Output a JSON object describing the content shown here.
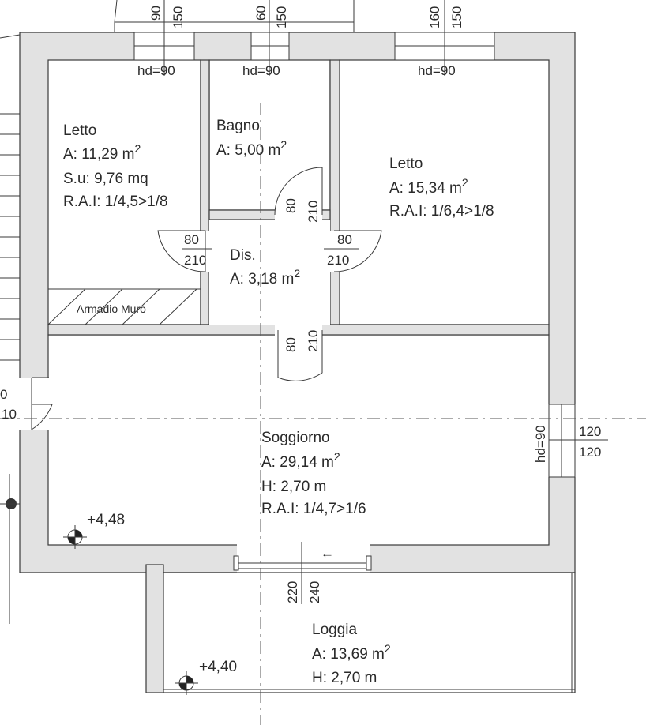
{
  "rooms": {
    "letto1": {
      "name": "Letto",
      "area": "A:  11,29 m",
      "su": "S.u: 9,76 mq",
      "rai": "R.A.I: 1/4,5>1/8",
      "wardrobe": "Armadio Muro"
    },
    "bagno": {
      "name": "Bagno",
      "area": "A: 5,00 m"
    },
    "letto2": {
      "name": "Letto",
      "area": "A: 15,34 m",
      "rai": "R.A.I: 1/6,4>1/8"
    },
    "dis": {
      "name": "Dis.",
      "area": "A: 3,18 m"
    },
    "soggiorno": {
      "name": "Soggiorno",
      "area": "A: 29,14 m",
      "height": "H:   2,70 m",
      "rai": "R.A.I: 1/4,7>1/6"
    },
    "loggia": {
      "name": "Loggia",
      "area": "A: 13,69 m",
      "height": "H:   2,70 m"
    }
  },
  "units": {
    "sq": "2"
  },
  "windows": {
    "w1": {
      "width": "90",
      "height": "150",
      "hd": "hd=90"
    },
    "w2": {
      "width": "60",
      "height": "150",
      "hd": "hd=90"
    },
    "w3": {
      "width": "160",
      "height": "150",
      "hd": "hd=90"
    },
    "w4": {
      "width": "120",
      "height": "120",
      "hd": "hd=90"
    },
    "left": {
      "a": "0",
      "b": "10"
    },
    "loggia_door": {
      "width": "220",
      "height": "240",
      "arrow": "←"
    }
  },
  "doors": {
    "bagno": {
      "width": "80",
      "height": "210"
    },
    "letto1": {
      "width": "80",
      "height": "210"
    },
    "letto2": {
      "width": "80",
      "height": "210"
    },
    "soggiorno": {
      "width": "80",
      "height": "210"
    }
  },
  "levels": {
    "soggiorno": "+4,48",
    "loggia": "+4,40"
  }
}
